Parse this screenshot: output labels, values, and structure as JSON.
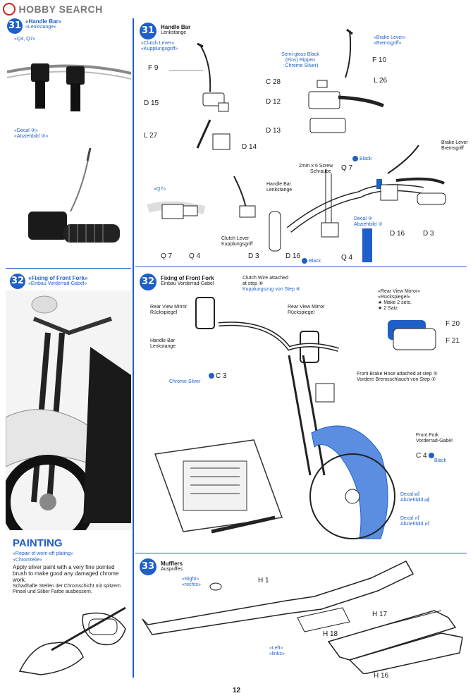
{
  "brand": {
    "logo": "HOBBY SEARCH"
  },
  "page_number": "12",
  "left": {
    "step31": {
      "number": "31",
      "title": "«Handle Bar»",
      "title_de": "«Lenkstange»",
      "parts": "«Q4, Q7»",
      "decal": "«Decal ③»",
      "decal_de": "«Abziehbild ③»"
    },
    "step32": {
      "number": "32",
      "title": "«Fixing of Front Fork»",
      "title_de": "«Einbau Vorderrad-Gabel»"
    },
    "painting": {
      "heading": "PAINTING",
      "repair_title": "«Repair of worn-off plating»",
      "repair_title_de": "«Chromteile»",
      "text_en": "Apply silver paint with a very fine pointed brush to make good any damaged chrome work.",
      "text_de": "Schadhafte Stellen der Chromschicht mit spitzem Pinsel und Silber Farbe ausbessern."
    }
  },
  "right": {
    "step31": {
      "number": "31",
      "title": "Handle Bar",
      "title_de": "Lenkstange",
      "clutch_lever": "«Clutch Lever»",
      "clutch_lever_de": "«Kupplungsgriff»",
      "brake_lever": "«Brake Lever»",
      "brake_lever_de": "«Bremsgriff»",
      "paint_note": "Semi-gloss Black",
      "paint_note_2": "(Fins) Rippen",
      "paint_note_3": ": Chrome Silver)",
      "q7_callout": "«Q7»",
      "screw": "2mm x 6 Screw",
      "screw_de": "Schraube",
      "handle_bar": "Handle Bar",
      "handle_bar_de": "Lenkstange",
      "clutch_lever_2": "Clutch Lever",
      "clutch_lever_2_de": "Kupplungsgriff",
      "brake_lever_2": "Brake Lever",
      "brake_lever_2_de": "Bremsgriff",
      "black": "Black",
      "black_2": "Black",
      "decal": "Decal ③",
      "decal_de": "Abziehbild ③",
      "parts": {
        "f9": "F 9",
        "d15": "D 15",
        "l27": "L 27",
        "d14": "D 14",
        "f10": "F 10",
        "c28": "C 28",
        "l26": "L 26",
        "d12": "D 12",
        "d13": "D 13",
        "q7a": "Q 7",
        "q4a": "Q 4",
        "q7b": "Q 7",
        "d3a": "D 3",
        "d16a": "D 16",
        "q4b": "Q 4",
        "d16b": "D 16",
        "d3b": "D 3"
      }
    },
    "step32": {
      "number": "32",
      "title": "Fixing of Front Fork",
      "title_de": "Einbau Vorderrad-Gabel",
      "clutch_wire": "Clutch Wire attached",
      "clutch_wire_2": "at step ⑥",
      "clutch_wire_de": "Kupplungszug von Step ⑥",
      "rear_view_mirror_l": "Rear View Mirror",
      "rear_view_mirror_l_de": "Rückspiegel",
      "rear_view_mirror_r": "Rear View Mirror",
      "rear_view_mirror_r_de": "Rückspiegel",
      "mirror_callout": "«Rear View Mirror»",
      "mirror_callout_de": "«Rückspiegel»",
      "make2": "★ Make 2 sets.",
      "make2_de": "★ 2 Satz",
      "handle_bar": "Handle Bar",
      "handle_bar_de": "Lenkstange",
      "chrome_silver": "Chrome Silver",
      "brake_hose": "Front Brake Hose attached at step ⑤",
      "brake_hose_de": "Vordere Bremsschlauch von Step ⑤",
      "front_fork": "Front Fork",
      "front_fork_de": "Vorderrad-Gabel",
      "black": "Black",
      "decal1": "Decal ㎣",
      "decal1_de": "Abziehbild ㎣",
      "decal2": "Decal ㎡",
      "decal2_de": "Abziehbild ㎡",
      "parts": {
        "f20": "F 20",
        "f21": "F 21",
        "c3": "C 3",
        "c4": "C 4"
      }
    },
    "step33": {
      "number": "33",
      "title": "Mufflers",
      "title_de": "Auspuffes",
      "right": "«Right»",
      "right_de": "«rechts»",
      "left": "«Left»",
      "left_de": "«links»",
      "parts": {
        "h1": "H 1",
        "h18": "H 18",
        "h17": "H 17",
        "h16": "H 16"
      }
    }
  },
  "colors": {
    "accent": "#1e5fc8",
    "fender": "#5b8ee0",
    "decal_strip": "#1e5fc8"
  }
}
